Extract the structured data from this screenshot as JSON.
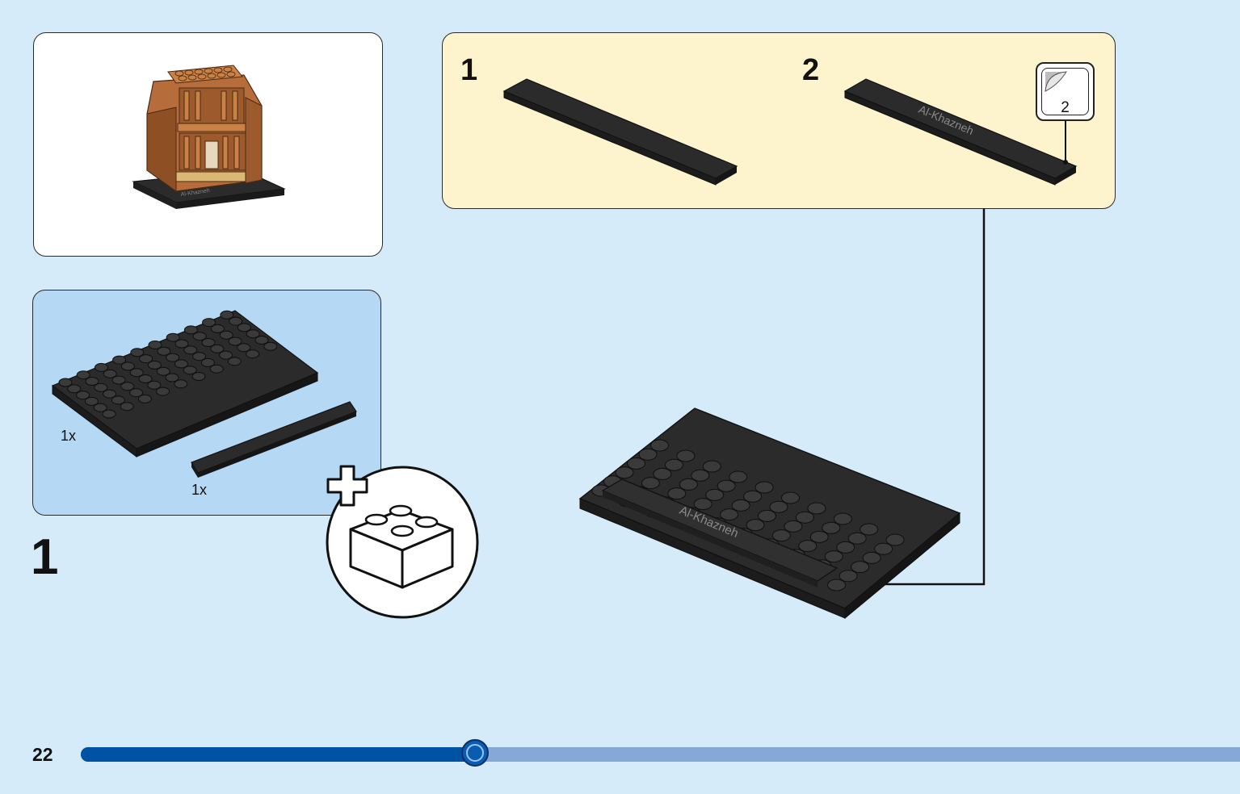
{
  "page": {
    "number": "22",
    "progress_fraction": 0.34
  },
  "preview": {
    "colors": {
      "sandstone": "#b66c3b",
      "dark_sandstone": "#7d4522",
      "base": "#2b2b2b",
      "tan": "#d8b873"
    }
  },
  "parts_list": {
    "items": [
      {
        "name": "plate-6x10-black",
        "quantity": "1x"
      },
      {
        "name": "tile-1x8-black",
        "quantity": "1x"
      }
    ],
    "new_bag_icon": "plus-brick-icon"
  },
  "step": {
    "number": "1",
    "substeps": [
      {
        "number": "1",
        "part": "tile-1x8-black"
      },
      {
        "number": "2",
        "part": "tile-1x8-black-printed",
        "print_text": "Al-Khazneh",
        "sticker": "2"
      }
    ],
    "main_print_text": "Al-Khazneh"
  },
  "colors": {
    "background": "#d5ebfa",
    "parts_panel": "#b5d8f5",
    "substep_panel": "#fdf3cc",
    "brick_black": "#2b2b2b",
    "progress_done": "#0052a5",
    "progress_rest": "#86a8d8"
  }
}
